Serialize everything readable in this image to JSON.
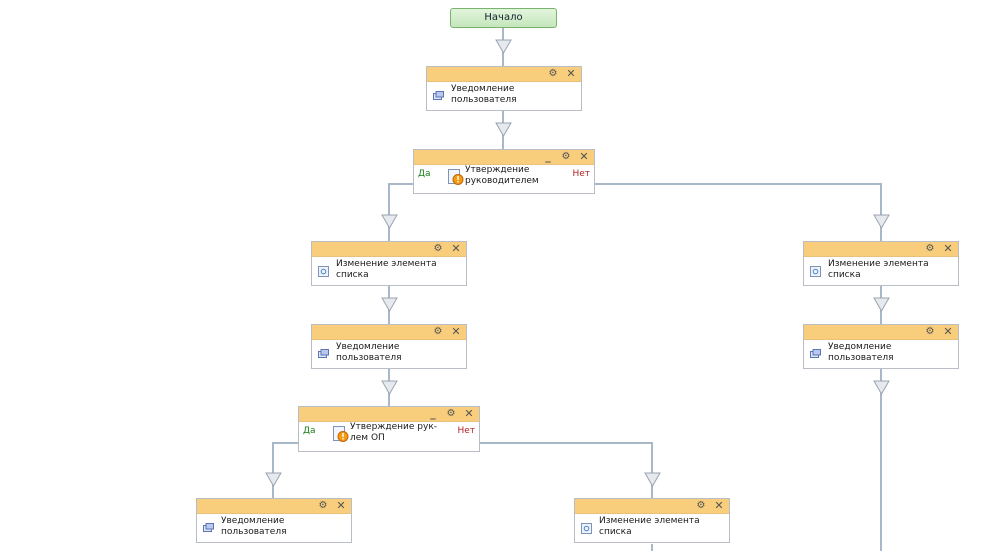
{
  "start": {
    "label": "Начало"
  },
  "actions": {
    "notify_user": "Уведомление пользователя",
    "change_item": "Изменение элемента списка",
    "approve_manager": "Утверждение руководителем",
    "approve_op": "Утверждение рук-лем ОП"
  },
  "branches": {
    "yes": "Да",
    "no": "Нет"
  },
  "icons": {
    "notify": "notification-icon",
    "change": "list-item-edit-icon",
    "approve": "approval-warning-icon",
    "settings": "gear-icon",
    "delete": "close-icon",
    "collapse": "minimize-icon",
    "insert_point": "insert-triangle-icon"
  },
  "colors": {
    "header": "#f8cd7b",
    "start_fill": "#d6efcf",
    "start_border": "#7ab36d",
    "connector": "#a9b8c8",
    "yes": "#1b7d1b",
    "no": "#b22222"
  }
}
